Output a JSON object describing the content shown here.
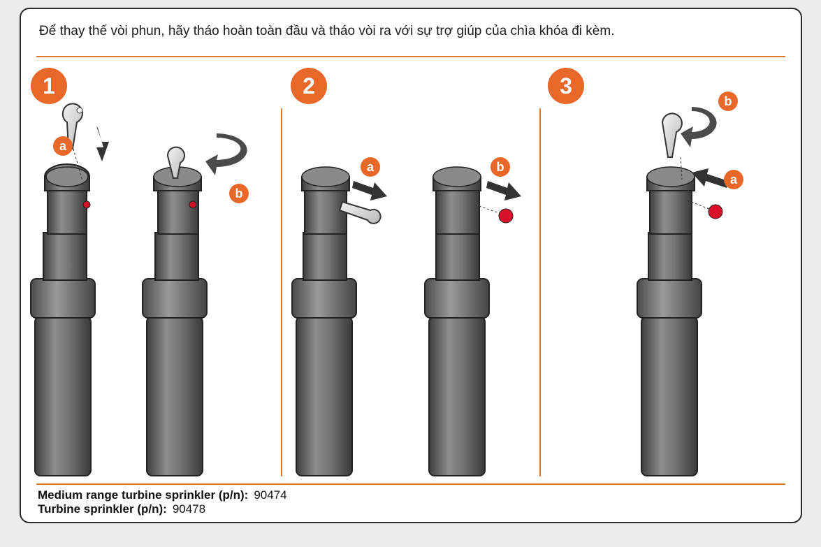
{
  "instruction": "Để thay thế vòi phun, hãy tháo hoàn toàn đầu và tháo vòi ra với sự trợ giúp của chìa khóa đi kèm.",
  "steps": [
    {
      "number": "1",
      "letters": [
        "a",
        "b"
      ]
    },
    {
      "number": "2",
      "letters": [
        "a",
        "b"
      ]
    },
    {
      "number": "3",
      "letters": [
        "b",
        "a"
      ]
    }
  ],
  "parts": [
    {
      "label": "Medium range turbine sprinkler (p/n):",
      "value": "90474"
    },
    {
      "label": "Turbine sprinkler (p/n):",
      "value": "90478"
    }
  ],
  "colors": {
    "accent": "#e07a33",
    "badge": "#e8682a",
    "nozzle": "#d8102a",
    "body": "#6f6f6f",
    "frame": "#2a2a2a"
  }
}
